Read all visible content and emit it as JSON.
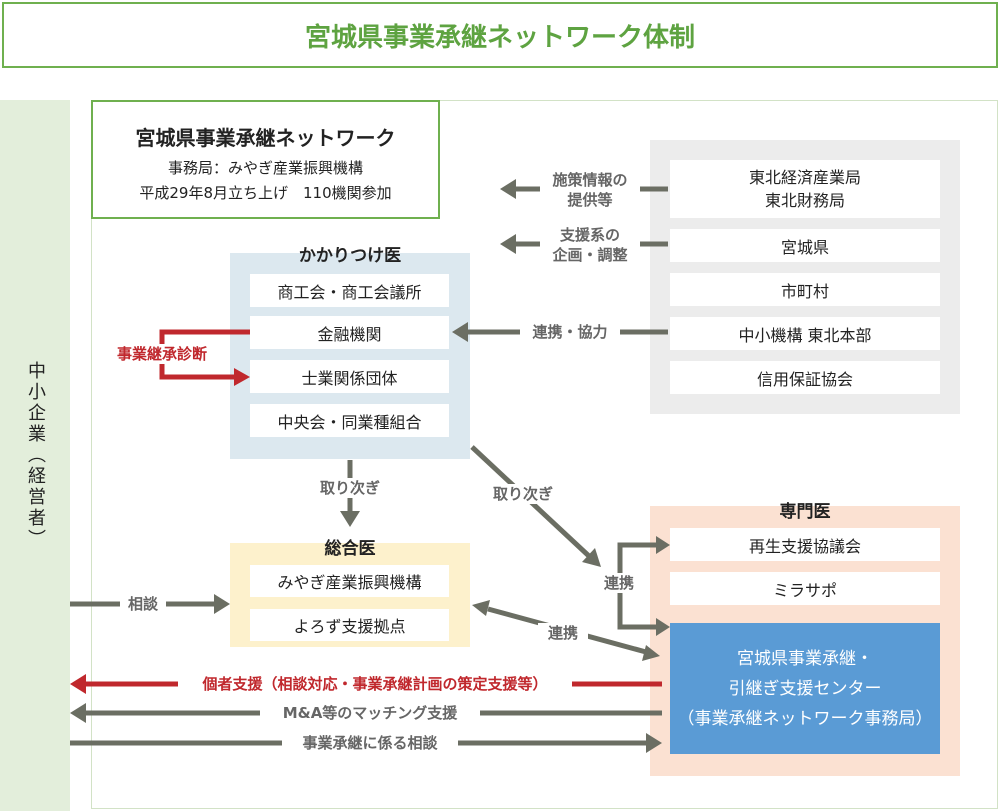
{
  "title": "宮城県事業承継ネットワーク体制",
  "side_label": "中小企業（経営者）",
  "network": {
    "name": "宮城県事業承継ネットワーク",
    "office": "事務局：みやぎ産業振興機構",
    "launch": "平成29年8月立ち上げ　110機関参加"
  },
  "government": {
    "items": [
      "東北経済産業局\n東北財務局",
      "宮城県",
      "市町村",
      "中小機構 東北本部",
      "信用保証協会"
    ]
  },
  "kakaritsuke": {
    "title": "かかりつけ医",
    "items": [
      "商工会・商工会議所",
      "金融機関",
      "士業関係団体",
      "中央会・同業種組合"
    ]
  },
  "sogoi": {
    "title": "総合医",
    "items": [
      "みやぎ産業振興機構",
      "よろず支援拠点"
    ]
  },
  "senmon": {
    "title": "専門医",
    "items": [
      "再生支援協議会",
      "ミラサポ"
    ],
    "center": [
      "宮城県事業承継・",
      "引継ぎ支援センター",
      "（事業承継ネットワーク事務局）"
    ]
  },
  "labels": {
    "policy_info": "施策情報の\n提供等",
    "support_plan": "支援系の\n企画・調整",
    "cooperation": "連携・協力",
    "diagnosis": "事業継承診断",
    "referral_down": "取り次ぎ",
    "referral_diag": "取り次ぎ",
    "link_senmon": "連携",
    "link_center": "連携",
    "consult": "相談",
    "individual_support": "個者支援（相談対応・事業承継計画の策定支援等）",
    "matching": "M&A等のマッチング支援",
    "succession_consult": "事業承継に係る相談"
  },
  "colors": {
    "accent_green": "#5ea341",
    "arrow_gray": "#6b6e63",
    "arrow_red": "#c0282d",
    "center_blue": "#5a9bd5"
  }
}
